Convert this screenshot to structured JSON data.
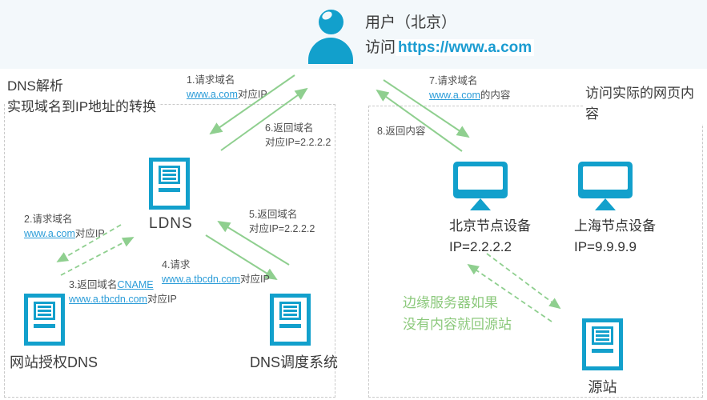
{
  "header": {
    "user_title": "用户（北京）",
    "visit_prefix": "访问",
    "visit_url": "https://www.a.com"
  },
  "left_panel": {
    "title_line1": "DNS解析",
    "title_line2": "实现域名到IP地址的转换",
    "ldns_label": "LDNS",
    "auth_dns_label": "网站授权DNS",
    "scheduler_label": "DNS调度系统"
  },
  "right_panel": {
    "title": "访问实际的网页内容",
    "beijing_name": "北京节点设备",
    "beijing_ip": "IP=2.2.2.2",
    "shanghai_name": "上海节点设备",
    "shanghai_ip": "IP=9.9.9.9",
    "origin_label": "源站",
    "note_line1": "边缘服务器如果",
    "note_line2": "没有内容就回源站"
  },
  "steps": {
    "s1": {
      "title": "1.请求域名",
      "link": "www.a.com",
      "suffix": "对应IP"
    },
    "s2": {
      "title": "2.请求域名",
      "link": "www.a.com",
      "suffix": "对应IP"
    },
    "s3": {
      "title": "3.返回域名",
      "link1": "CNAME",
      "link2": "www.a.tbcdn.com",
      "suffix": "对应IP"
    },
    "s4": {
      "title": "4.请求",
      "link": "www.a.tbcdn.com",
      "suffix": "对应IP"
    },
    "s5": {
      "title": "5.返回域名",
      "line2": "对应IP=2.2.2.2"
    },
    "s6": {
      "title": "6.返回域名",
      "line2": "对应IP=2.2.2.2"
    },
    "s7": {
      "title": "7.请求域名",
      "link": "www.a.com",
      "suffix": "的内容"
    },
    "s8": {
      "title": "8.返回内容"
    }
  },
  "colors": {
    "teal": "#12a0cc",
    "arrow_green": "#8fcf8f",
    "note_green": "#8cc97c",
    "link_blue": "#2b9cd8",
    "header_bg": "#f3f8fb",
    "box_border": "#c9c9c9"
  }
}
